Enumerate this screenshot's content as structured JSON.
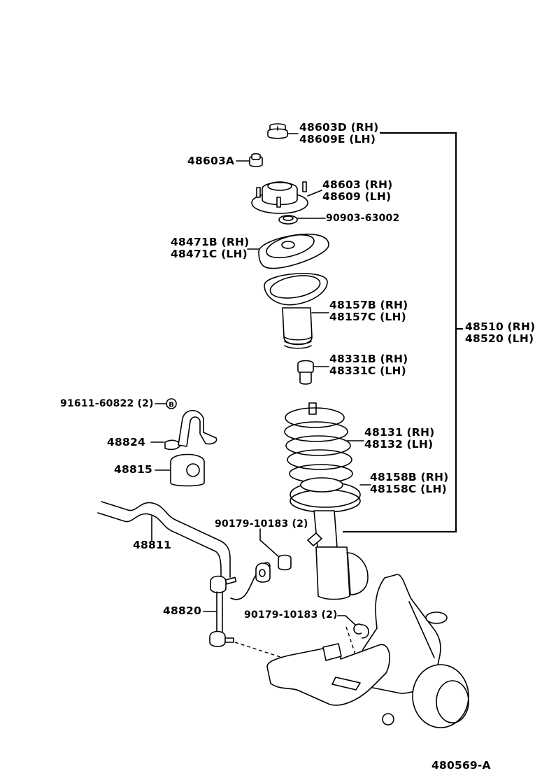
{
  "diagram": {
    "figure_id": "480569-A",
    "callouts": [
      {
        "id": "strut-upper-nut",
        "lines": [
          "48603D (RH)",
          "48609E (LH)"
        ]
      },
      {
        "id": "support-nut",
        "lines": [
          "48603A"
        ]
      },
      {
        "id": "strut-mount",
        "lines": [
          "48603 (RH)",
          "48609 (LH)"
        ]
      },
      {
        "id": "bearing",
        "lines": [
          "90903-63002"
        ]
      },
      {
        "id": "upper-seat",
        "lines": [
          "48471B (RH)",
          "48471C (LH)"
        ]
      },
      {
        "id": "dust-boot",
        "lines": [
          "48157B (RH)",
          "48157C (LH)"
        ]
      },
      {
        "id": "bump-stopper",
        "lines": [
          "48331B (RH)",
          "48331C (LH)"
        ]
      },
      {
        "id": "strut-assembly",
        "lines": [
          "48510 (RH)",
          "48520 (LH)"
        ]
      },
      {
        "id": "stabilizer-bolt",
        "lines": [
          "91611-60822 (2)"
        ]
      },
      {
        "id": "stabilizer-bracket",
        "lines": [
          "48824"
        ]
      },
      {
        "id": "stabilizer-bushing",
        "lines": [
          "48815"
        ]
      },
      {
        "id": "coil-spring",
        "lines": [
          "48131 (RH)",
          "48132 (LH)"
        ]
      },
      {
        "id": "lower-insulator",
        "lines": [
          "48158B (RH)",
          "48158C (LH)"
        ]
      },
      {
        "id": "stabilizer-link-nut-upper",
        "lines": [
          "90179-10183 (2)"
        ]
      },
      {
        "id": "stabilizer-bar",
        "lines": [
          "48811"
        ]
      },
      {
        "id": "stabilizer-link",
        "lines": [
          "48820"
        ]
      },
      {
        "id": "stabilizer-link-nut-lower",
        "lines": [
          "90179-10183 (2)"
        ]
      }
    ],
    "symbols": {
      "bolt_marker": "B"
    }
  }
}
